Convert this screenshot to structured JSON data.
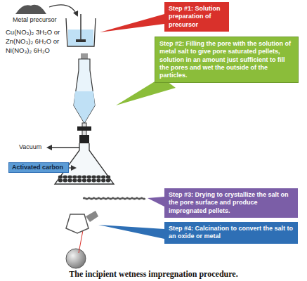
{
  "diagram": {
    "caption": "The incipient wetness impregnation procedure.",
    "nodes": [
      {
        "text": [
          "Step #1: Solution preparation of precursor"
        ]
      },
      {
        "text": [
          "Step #2: Filling the pore with the solution of metal salt to give pore saturated pellets, solution in an amount just sufficient to fill the pores and wet the outside of the particles."
        ]
      },
      {
        "text": [
          "Activated carbon"
        ]
      },
      {
        "text": [
          "Step #3: Drying to crystallize the salt on the pore surface and produce impregnated pellets."
        ]
      },
      {
        "text": [
          "Step #4: Calcination to convert the salt to an oxide or metal"
        ]
      }
    ],
    "labels": [
      "Metal precursor",
      "Cu(NO₃)₂ 3H₂O or",
      "Zn(NO₃)₂ 6H₂O or",
      "Ni(NO₃)₂ 6H₂O",
      "Vacuum"
    ]
  }
}
